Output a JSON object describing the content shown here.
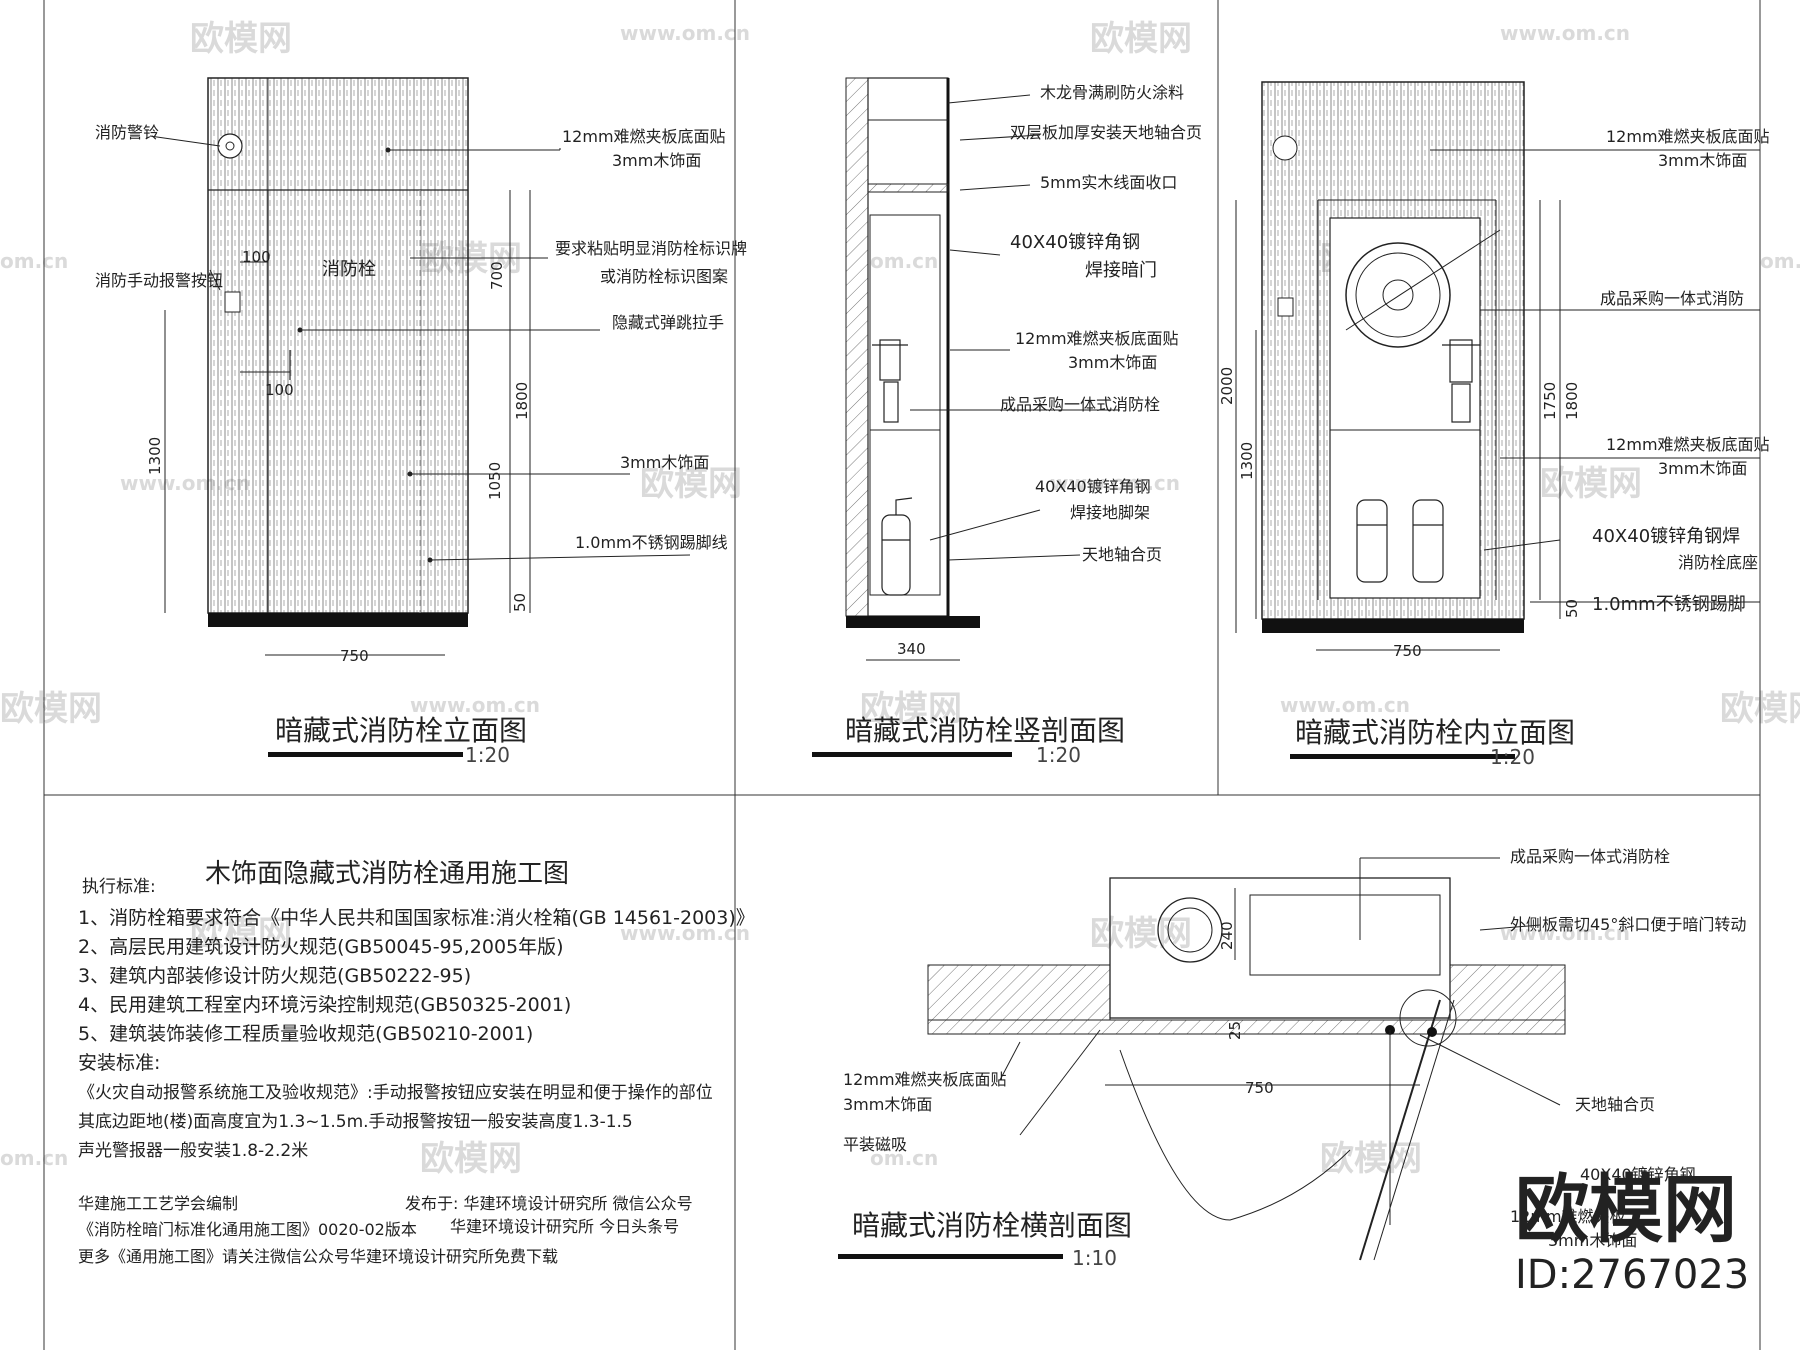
{
  "drawings": {
    "front": {
      "title": "暗藏式消防栓立面图",
      "scale": "1:20",
      "labels": {
        "alarm_bell": "消防警铃",
        "panel_top": "12mm难燃夹板底面贴",
        "panel_top2": "3mm木饰面",
        "sign_req": "要求粘贴明显消防栓标识牌",
        "sign_req2": "或消防栓标识图案",
        "manual_btn": "消防手动报警按钮",
        "door_text": "消防栓",
        "handle": "隐藏式弹跳拉手",
        "veneer": "3mm木饰面",
        "kick": "1.0mm不锈钢踢脚线"
      },
      "dims": {
        "d100a": "100",
        "d100b": "100",
        "d700": "700",
        "d1800": "1800",
        "d1050": "1050",
        "d1300": "1300",
        "d50": "50",
        "d750": "750"
      }
    },
    "section": {
      "title": "暗藏式消防栓竖剖面图",
      "scale": "1:20",
      "labels": {
        "l1": "木龙骨满刷防火涂料",
        "l2": "双层板加厚安装天地轴合页",
        "l3": "5mm实木线面收口",
        "l4": "40X40镀锌角钢",
        "l5": "焊接暗门",
        "l6": "12mm难燃夹板底面贴",
        "l7": "3mm木饰面",
        "l8": "成品采购一体式消防栓",
        "l9": "40X40镀锌角钢",
        "l10": "焊接地脚架",
        "l11": "天地轴合页"
      },
      "dims": {
        "d340": "340"
      }
    },
    "inner": {
      "title": "暗藏式消防栓内立面图",
      "scale": "1:20",
      "labels": {
        "l1": "12mm难燃夹板底面贴",
        "l2": "3mm木饰面",
        "l3": "成品采购一体式消防",
        "l4": "12mm难燃夹板底面贴",
        "l5": "3mm木饰面",
        "l6": "40X40镀锌角钢焊",
        "l7": "消防栓底座",
        "l8": "1.0mm不锈钢踢脚"
      },
      "dims": {
        "d2000": "2000",
        "d1300": "1300",
        "d1750": "1750",
        "d1800": "1800",
        "d50": "50",
        "d750": "750"
      }
    },
    "plan": {
      "title": "暗藏式消防栓横剖面图",
      "scale": "1:10",
      "labels": {
        "l1": "成品采购一体式消防栓",
        "l2": "外侧板需切45°斜口便于暗门转动",
        "l3": "12mm难燃夹板底面贴",
        "l4": "3mm木饰面",
        "l5": "平装磁吸",
        "l6": "天地轴合页",
        "l7": "40X40镀锌角钢",
        "l8": "12mm难燃夹板",
        "l9": "3mm木饰面"
      },
      "dims": {
        "d240": "240",
        "d25": "25",
        "d750": "750"
      }
    }
  },
  "notes": {
    "title": "木饰面隐藏式消防栓通用施工图",
    "exec_label": "执行标准:",
    "standards": [
      "1、消防栓箱要求符合《中华人民共和国国家标准:消火栓箱(GB 14561-2003)》",
      "2、高层民用建筑设计防火规范(GB50045-95,2005年版)",
      "3、建筑内部装修设计防火规范(GB50222-95)",
      "4、民用建筑工程室内环境污染控制规范(GB50325-2001)",
      "5、建筑装饰装修工程质量验收规范(GB50210-2001)"
    ],
    "install_label": "安装标准:",
    "install": [
      "《火灾自动报警系统施工及验收规范》:手动报警按钮应安装在明显和便于操作的部位",
      "其底边距地(楼)面高度宜为1.3~1.5m.手动报警按钮一般安装高度1.3-1.5",
      "声光警报器一般安装1.8-2.2米"
    ],
    "footer": [
      "华建施工工艺学会编制",
      "《消防栓暗门标准化通用施工图》0020-02版本",
      "更多《通用施工图》请关注微信公众号华建环境设计研究所免费下载"
    ],
    "publisher": "发布于: 华建环境设计研究所 微信公众号",
    "publisher2": "华建环境设计研究所 今日头条号"
  },
  "watermark": {
    "brand": "欧模网",
    "url": "www.om.cn",
    "url_short": "om.cn"
  },
  "logo": {
    "name": "欧模网",
    "id": "ID:2767023"
  }
}
